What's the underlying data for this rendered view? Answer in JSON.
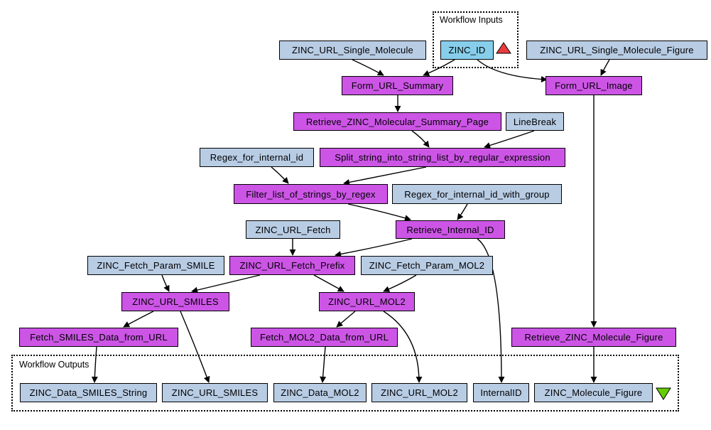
{
  "clusters": {
    "inputs_label": "Workflow Inputs",
    "outputs_label": "Workflow Outputs"
  },
  "nodes": {
    "zinc_url_single_molecule": "ZINC_URL_Single_Molecule",
    "zinc_id": "ZINC_ID",
    "zinc_url_single_molecule_figure": "ZINC_URL_Single_Molecule_Figure",
    "form_url_summary": "Form_URL_Summary",
    "form_url_image": "Form_URL_Image",
    "retrieve_zinc_molecular_summary_page": "Retrieve_ZINC_Molecular_Summary_Page",
    "linebreak": "LineBreak",
    "regex_for_internal_id": "Regex_for_internal_id",
    "split_string": "Split_string_into_string_list_by_regular_expression",
    "filter_list": "Filter_list_of_strings_by_regex",
    "regex_for_internal_id_with_group": "Regex_for_internal_id_with_group",
    "zinc_url_fetch": "ZINC_URL_Fetch",
    "retrieve_internal_id": "Retrieve_Internal_ID",
    "zinc_fetch_param_smile": "ZINC_Fetch_Param_SMILE",
    "zinc_url_fetch_prefix": "ZINC_URL_Fetch_Prefix",
    "zinc_fetch_param_mol2": "ZINC_Fetch_Param_MOL2",
    "zinc_url_smiles": "ZINC_URL_SMILES",
    "zinc_url_mol2": "ZINC_URL_MOL2",
    "fetch_smiles_data": "Fetch_SMILES_Data_from_URL",
    "fetch_mol2_data": "Fetch_MOL2_Data_from_URL",
    "retrieve_zinc_molecule_figure": "Retrieve_ZINC_Molecule_Figure",
    "out_zinc_data_smiles_string": "ZINC_Data_SMILES_String",
    "out_zinc_url_smiles": "ZINC_URL_SMILES",
    "out_zinc_data_mol2": "ZINC_Data_MOL2",
    "out_zinc_url_mol2": "ZINC_URL_MOL2",
    "out_internalid": "InternalID",
    "out_zinc_molecule_figure": "ZINC_Molecule_Figure"
  },
  "colors": {
    "constant": "#b8cce4",
    "processor": "#cc55e6",
    "input": "#87ceeb",
    "input_marker": "#e83c3c",
    "output_marker": "#66cc00"
  },
  "markers": {
    "inputs": "up-triangle",
    "outputs": "down-triangle"
  }
}
